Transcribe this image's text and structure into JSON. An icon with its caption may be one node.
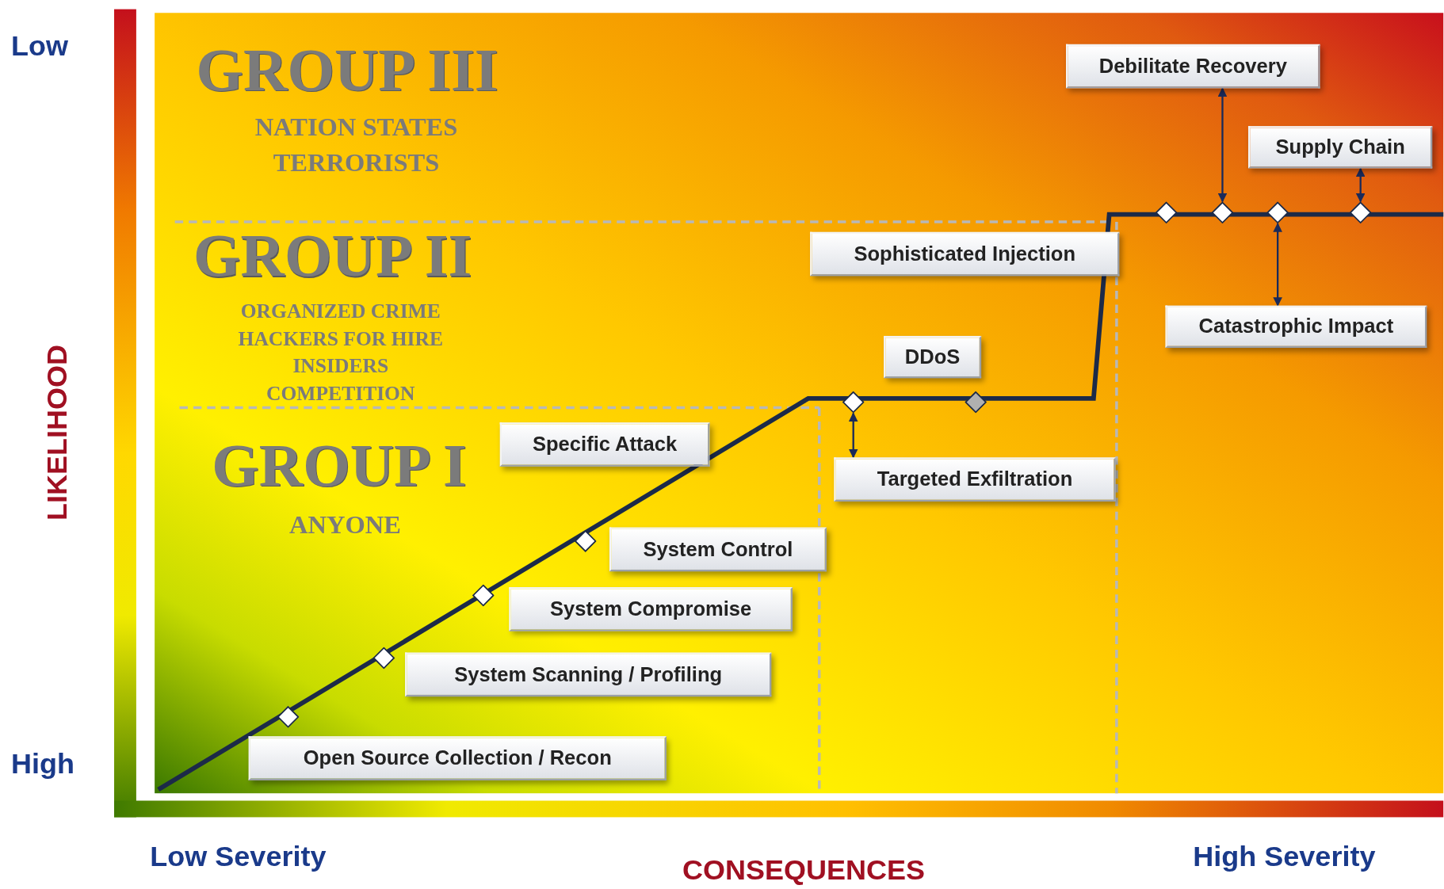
{
  "diagram": {
    "nodes": [
      {
        "text": [
          "Debilitate Recovery"
        ]
      },
      {
        "text": [
          "Supply Chain"
        ]
      },
      {
        "text": [
          "Sophisticated Injection"
        ]
      },
      {
        "text": [
          "Catastrophic Impact"
        ]
      },
      {
        "text": [
          "DDoS"
        ]
      },
      {
        "text": [
          "Specific Attack"
        ]
      },
      {
        "text": [
          "Targeted Exfiltration"
        ]
      },
      {
        "text": [
          "System Control"
        ]
      },
      {
        "text": [
          "System Compromise"
        ]
      },
      {
        "text": [
          "System Scanning / Profiling"
        ]
      },
      {
        "text": [
          "Open Source Collection / Recon"
        ]
      },
      {
        "text": [],
        "shape": "diamond"
      },
      {
        "text": [],
        "shape": "diamond"
      },
      {
        "text": [],
        "shape": "diamond"
      },
      {
        "text": [],
        "shape": "diamond"
      },
      {
        "text": [],
        "shape": "diamond"
      },
      {
        "text": [],
        "shape": "diamond"
      },
      {
        "text": [],
        "shape": "diamond"
      },
      {
        "text": [],
        "shape": "diamond"
      },
      {
        "text": [],
        "shape": "diamond"
      },
      {
        "text": [],
        "shape": "diamond"
      }
    ],
    "edges": [
      {
        "from": 0,
        "to": 18,
        "arrow": "both"
      },
      {
        "from": 1,
        "to": 20,
        "arrow": "both"
      },
      {
        "from": 3,
        "to": 19,
        "arrow": "both"
      },
      {
        "from": 6,
        "to": 15,
        "arrow": "both"
      }
    ],
    "labels": [
      "Low",
      "GROUP III",
      "NATION STATES",
      "TERRORISTS",
      "GROUP II",
      "ORGANIZED CRIME",
      "HACKERS FOR HIRE",
      "INSIDERS",
      "COMPETITION",
      "LIKELIHOOD",
      "GROUP I",
      "ANYONE",
      "High",
      "Low Severity",
      "CONSEQUENCES",
      "High Severity"
    ]
  }
}
